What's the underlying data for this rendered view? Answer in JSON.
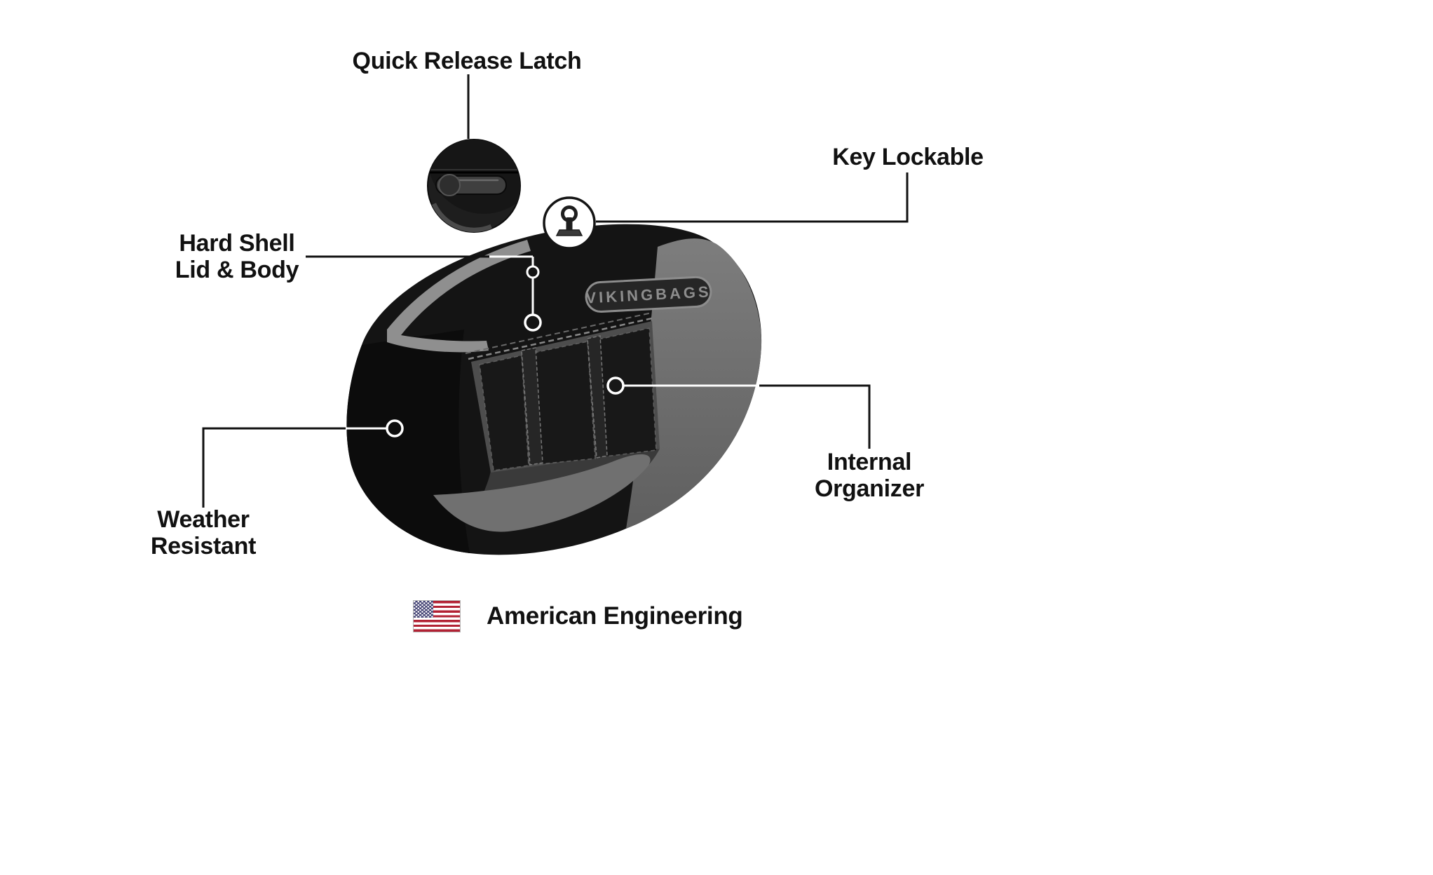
{
  "labels": {
    "quick_release": "Quick Release Latch",
    "key_lockable": "Key Lockable",
    "hard_shell_line1": "Hard Shell",
    "hard_shell_line2": "Lid & Body",
    "weather_resistant": "Weather Resistant",
    "internal_organizer": "Internal Organizer",
    "american_engineering": "American Engineering"
  },
  "product": {
    "logo_text": "VIKINGBAGS"
  },
  "icons": {
    "flag": "us-flag-icon",
    "key": "key-icon",
    "latch": "latch-icon"
  },
  "colors": {
    "line": "#111111",
    "bag_black": "#141414",
    "side_black": "#0c0c0c",
    "facet_gray": "#6f6f6f",
    "trim_gray": "#8f8f8f",
    "logo_gray": "#8d8d8d",
    "flag_red": "#b22234",
    "flag_blue": "#3c3b6e",
    "marker_white": "#ffffff"
  }
}
